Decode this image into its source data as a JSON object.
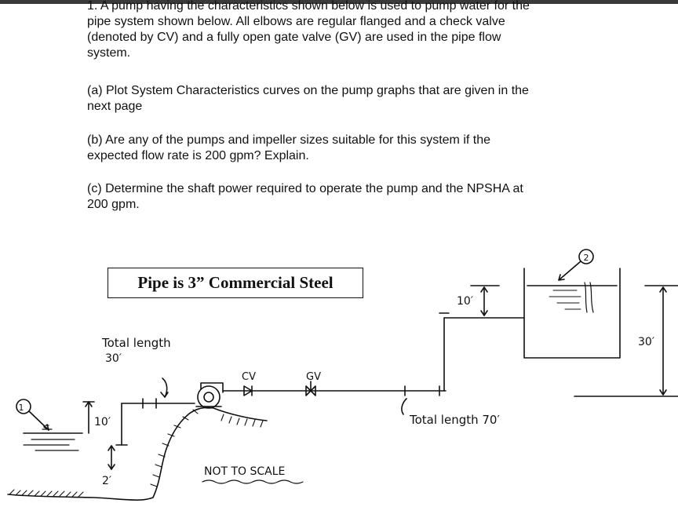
{
  "problem": {
    "intro": "1. A pump having the characteristics shown below is used to pump water for the\npipe system shown below. All elbows are regular flanged and a check valve\n(denoted by CV) and a fully open gate valve (GV) are used in the pipe flow\nsystem.",
    "part_a": "(a) Plot System Characteristics curves on the pump graphs that are given in the\nnext page",
    "part_b": "(b) Are any of the pumps and impeller sizes suitable for this system if the\nexpected flow rate is 200 gpm? Explain.",
    "part_c": "(c) Determine the shaft power required to operate the pump and the NPSHA at\n200 gpm."
  },
  "diagram": {
    "pipe_label": "Pipe is 3” Commercial Steel",
    "total_length_left": "Total length",
    "total_length_left_value": "30′",
    "cv_label": "CV",
    "gv_label": "GV",
    "dim_left_10": "10′",
    "dim_left_2": "2′",
    "dim_top_10": "10′",
    "dim_right_30": "30′",
    "total_length_right": "Total length 70′",
    "not_to_scale": "NOT TO SCALE",
    "point_1": "1",
    "point_2": "2"
  }
}
